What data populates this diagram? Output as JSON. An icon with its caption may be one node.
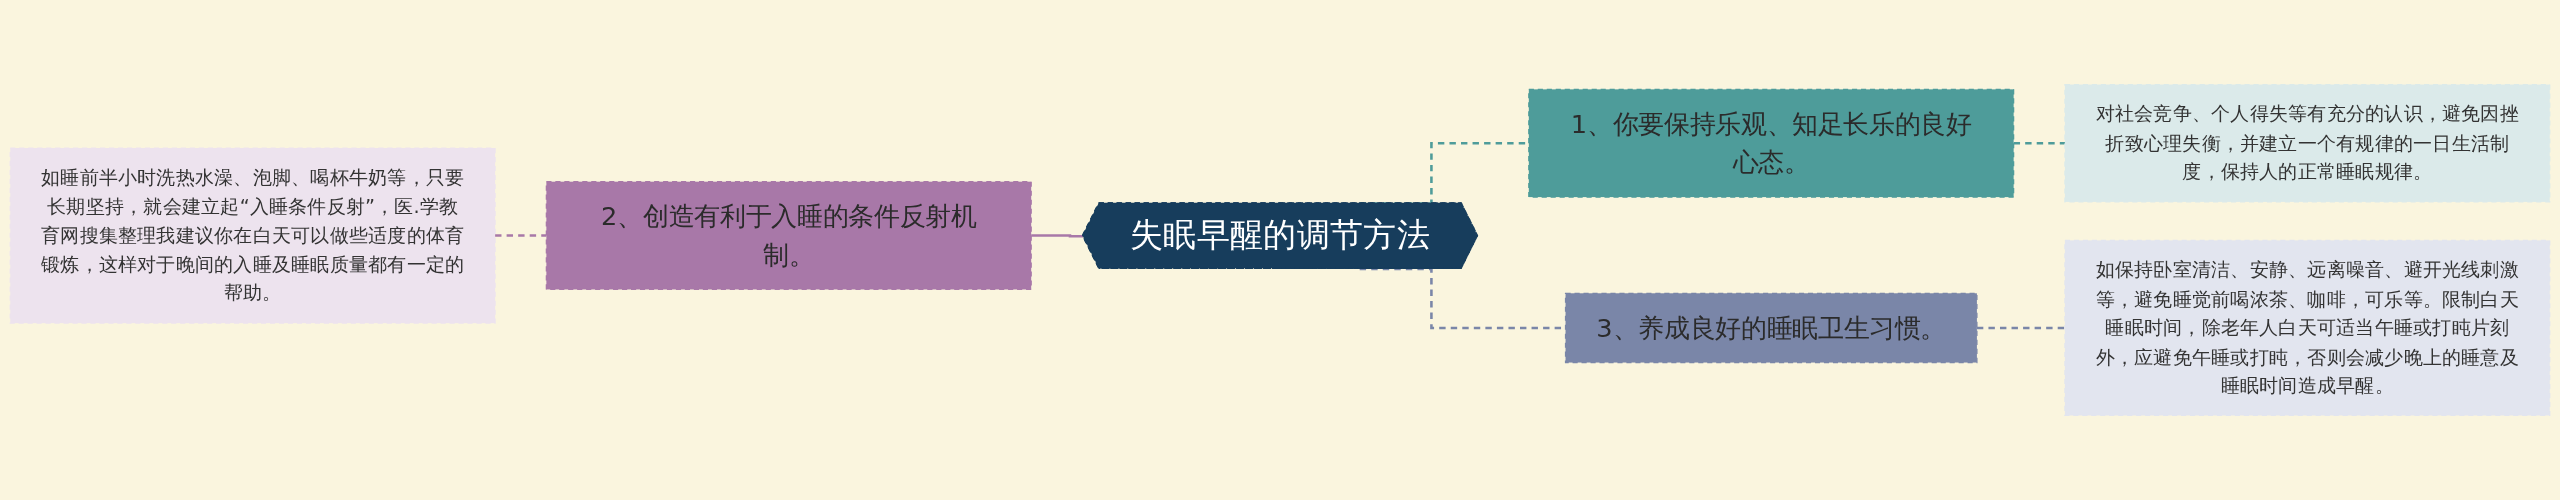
{
  "diagram": {
    "nodes": [
      {
        "text": [
          "失眠早醒的调节方法"
        ]
      },
      {
        "text": [
          "1、你要保持乐观、知足长乐的良好心态。"
        ]
      },
      {
        "text": [
          "对社会竞争、个人得失等有充分的认识，避免因挫折致心理失衡，并建立一个有规律的一日生活制度，保持人的正常睡眠规律。"
        ]
      },
      {
        "text": [
          "2、创造有利于入睡的条件反射机制。"
        ]
      },
      {
        "text": [
          "如睡前半小时洗热水澡、泡脚、喝杯牛奶等，只要长期坚持，就会建立起“入睡条件反射”，医.学教育网搜集整理我建议你在白天可以做些适度的体育锻炼，这样对于晚间的入睡及睡眠质量都有一定的帮助。"
        ]
      },
      {
        "text": [
          "3、养成良好的睡眠卫生习惯。"
        ]
      },
      {
        "text": [
          "如保持卧室清洁、安静、远离噪音、避开光线刺激等，避免睡觉前喝浓茶、咖啡，可乐等。限制白天睡眠时间，除老年人白天可适当午睡或打盹片刻外，应避免午睡或打盹，否则会减少晚上的睡意及睡眠时间造成早醒。"
        ]
      }
    ],
    "edges": [
      {
        "from": 4,
        "to": 3,
        "arrow": "none",
        "style": "dashed",
        "color": "#a878a8"
      },
      {
        "from": 3,
        "to": 0,
        "arrow": "none",
        "color": "#a878a8"
      },
      {
        "from": 0,
        "to": 1,
        "arrow": "none",
        "style": "dashed",
        "color": "#4e9c9a"
      },
      {
        "from": 1,
        "to": 2,
        "arrow": "none",
        "style": "dashed",
        "color": "#4e9c9a"
      },
      {
        "from": 0,
        "to": 5,
        "arrow": "none",
        "style": "dashed",
        "color": "#7a86a8"
      },
      {
        "from": 5,
        "to": 6,
        "arrow": "none",
        "style": "dashed",
        "color": "#7a86a8"
      }
    ]
  }
}
